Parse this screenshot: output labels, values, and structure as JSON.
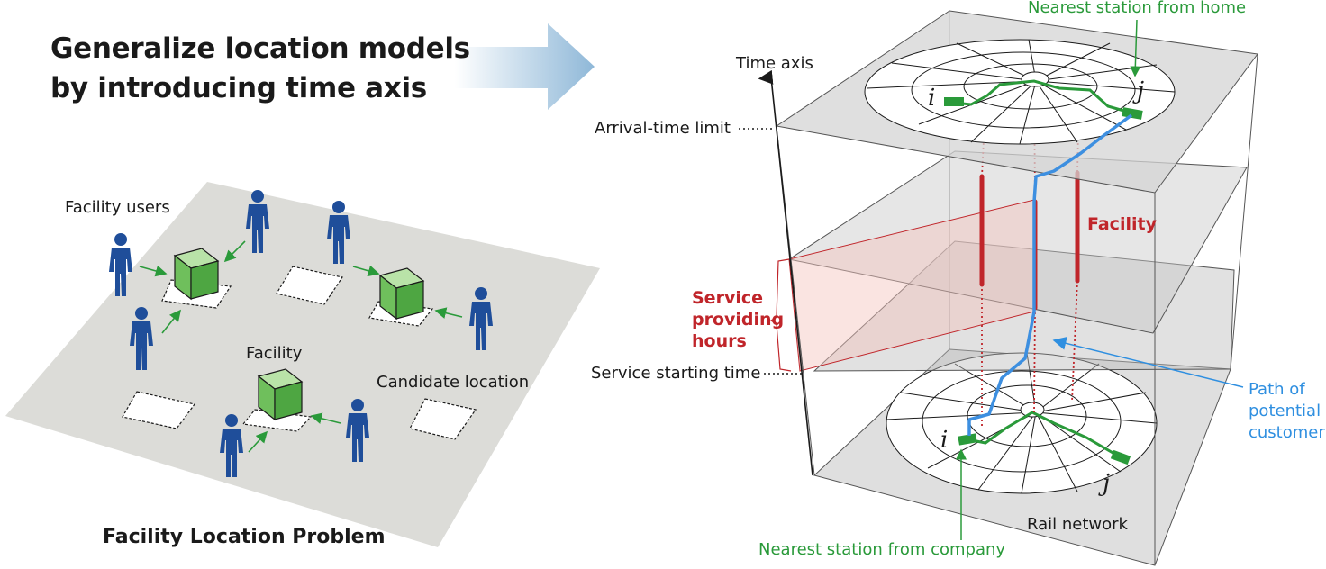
{
  "title_line1": "Generalize location models",
  "title_line2": "by introducing time axis",
  "left": {
    "facility_users": "Facility users",
    "facility": "Facility",
    "candidate_location": "Candidate location",
    "caption": "Facility Location Problem"
  },
  "right": {
    "nearest_home": "Nearest station from home",
    "time_axis": "Time axis",
    "arrival_limit": "Arrival-time limit",
    "facility": "Facility",
    "service_line1": "Service",
    "service_line2": "providing",
    "service_line3": "hours",
    "service_start": "Service starting time",
    "path_line1": "Path of",
    "path_line2": "potential",
    "path_line3": "customer",
    "rail_network": "Rail network",
    "nearest_company": "Nearest station from company",
    "node_i": "i",
    "node_j": "j"
  },
  "colors": {
    "person": "#1f4e9a",
    "facility_box": "#5cb85c",
    "rail_green": "#2a9a3a",
    "path_blue": "#3d8fe0",
    "facility_red": "#c0252a",
    "plane": "#d9d9d9"
  }
}
